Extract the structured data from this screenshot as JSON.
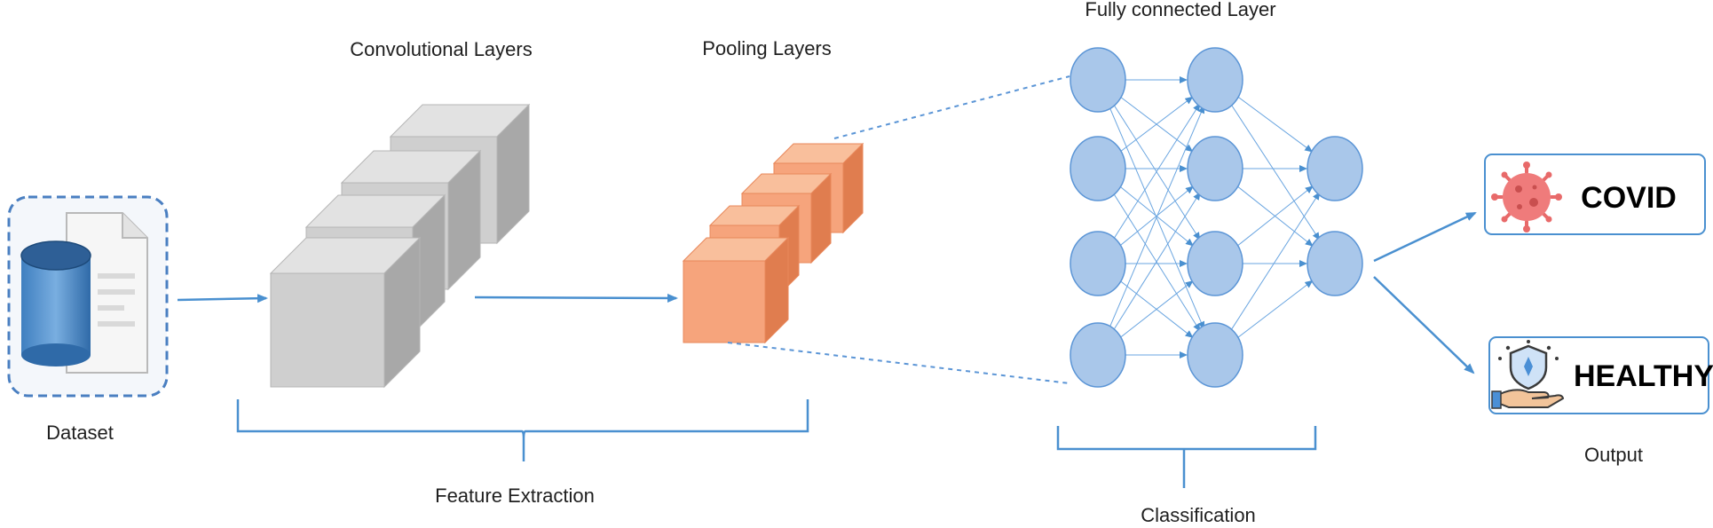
{
  "labels": {
    "convolutional": "Convolutional Layers",
    "pooling": "Pooling Layers",
    "fully_connected": "Fully connected Layer",
    "dataset": "Dataset",
    "feature_extraction": "Feature Extraction",
    "classification": "Classification",
    "output": "Output"
  },
  "outputs": {
    "covid": "COVID",
    "healthy": "HEALTHY"
  },
  "colors": {
    "accent_blue": "#4a90d0",
    "node_fill": "#a9c7ea",
    "conv_gray": "#cfcfcf",
    "pool_orange": "#f6a47c",
    "virus_red": "#e86a6a"
  },
  "network": {
    "layers": [
      4,
      4,
      2
    ]
  }
}
